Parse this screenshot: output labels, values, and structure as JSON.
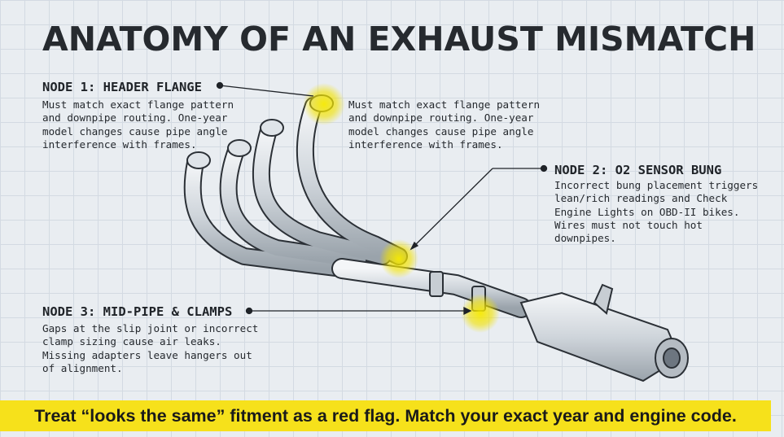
{
  "title": "ANATOMY OF AN EXHAUST MISMATCH",
  "nodes": [
    {
      "title": "NODE 1: HEADER FLANGE",
      "desc": "Must match exact flange pattern\nand downpipe routing. One-year\nmodel changes cause pipe angle\ninterference with frames.",
      "desc_repeat": "Must match exact flange pattern\nand downpipe routing. One-year\nmodel changes cause pipe angle\ninterference with frames."
    },
    {
      "title": "NODE 2: O2 SENSOR BUNG",
      "desc": "Incorrect bung placement triggers\nlean/rich readings and Check\nEngine Lights on OBD-II bikes.\nWires must not touch hot\ndownpipes."
    },
    {
      "title": "NODE 3: MID-PIPE & CLAMPS",
      "desc": "Gaps at the slip joint or incorrect\nclamp sizing cause air leaks.\nMissing adapters leave hangers out\nof alignment."
    }
  ],
  "footer": "Treat “looks the same” fitment as a red flag. Match your exact year and engine code.",
  "colors": {
    "highlight": "#f2e200",
    "footer_bg": "#f6e11b",
    "ink": "#1f2328"
  }
}
